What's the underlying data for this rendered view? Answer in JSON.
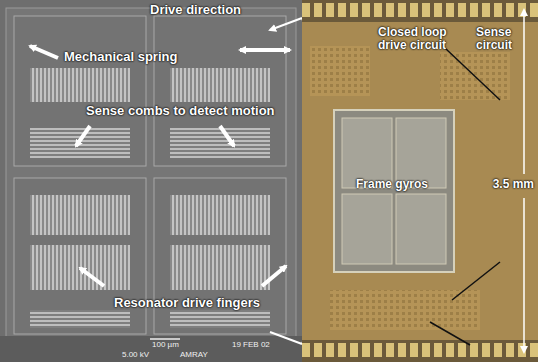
{
  "diagram": {
    "labels": [
      "Drive direction",
      "Mechanical spring",
      "Sense combs to detect motion",
      "Resonator drive fingers",
      "Closed loop drive circuit",
      "Sense circuit",
      "Frame gyros",
      "3.5 mm",
      "100 µm",
      "5.00 kV",
      "AMRAY",
      "19 FEB 02"
    ]
  }
}
